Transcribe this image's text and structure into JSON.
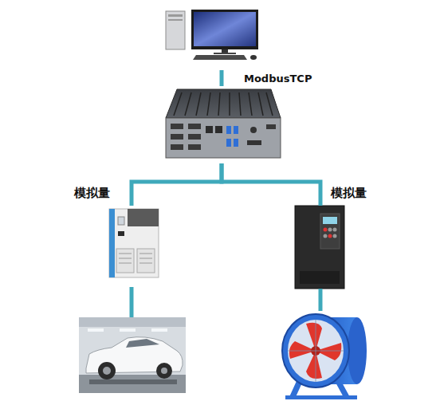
{
  "diagram": {
    "nodes": [
      {
        "text": []
      },
      {
        "text": []
      },
      {
        "text": []
      },
      {
        "text": []
      },
      {
        "text": []
      },
      {
        "text": []
      }
    ],
    "edges": [
      {
        "from": 0,
        "to": 1,
        "label": "ModbusTCP",
        "arrow": "none"
      },
      {
        "from": 1,
        "to": 2,
        "label": "模拟量",
        "arrow": "none"
      },
      {
        "from": 1,
        "to": 3,
        "label": "模拟量",
        "arrow": "none"
      },
      {
        "from": 2,
        "to": 4,
        "arrow": "none"
      },
      {
        "from": 3,
        "to": 5,
        "arrow": "none"
      }
    ]
  }
}
